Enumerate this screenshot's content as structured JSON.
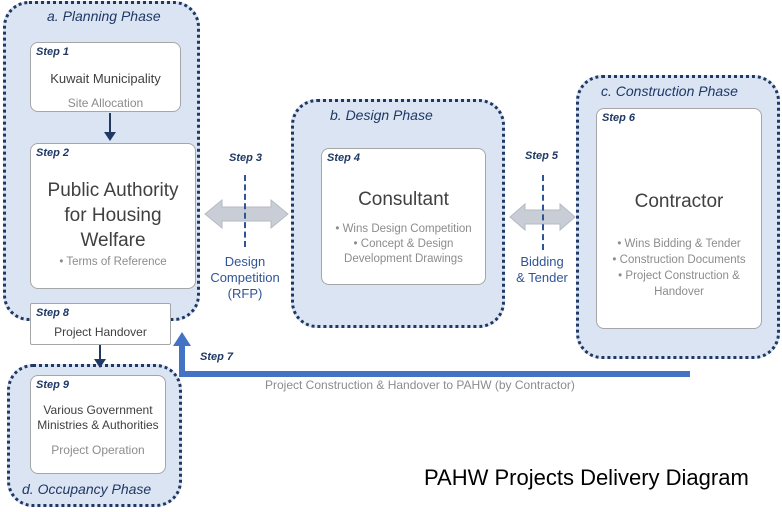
{
  "phases": {
    "planning": "a. Planning Phase",
    "design": "b. Design Phase",
    "construction": "c. Construction Phase",
    "occupancy": "d. Occupancy Phase"
  },
  "steps": {
    "s1": {
      "label": "Step 1",
      "main": "Kuwait Municipality",
      "sub": "Site Allocation"
    },
    "s2": {
      "label": "Step 2",
      "main_lines": [
        "Public Authority",
        "for Housing",
        "Welfare"
      ],
      "bullets": [
        "Terms of Reference"
      ]
    },
    "s3": {
      "label": "Step 3",
      "caption_lines": [
        "Design",
        "Competition",
        "(RFP)"
      ]
    },
    "s4": {
      "label": "Step 4",
      "main": "Consultant",
      "bullets": [
        "Wins Design Competition",
        "Concept & Design",
        "Development Drawings"
      ]
    },
    "s5": {
      "label": "Step 5",
      "caption_lines": [
        "Bidding",
        "& Tender"
      ]
    },
    "s6": {
      "label": "Step 6",
      "main": "Contractor",
      "bullets": [
        "Wins Bidding & Tender",
        "Construction Documents",
        "Project Construction &",
        "Handover"
      ]
    },
    "s7": {
      "label": "Step 7",
      "caption": "Project Construction & Handover to PAHW (by Contractor)"
    },
    "s8": {
      "label": "Step 8",
      "main": "Project Handover"
    },
    "s9": {
      "label": "Step 9",
      "main_lines": [
        "Various Government",
        "Ministries & Authorities"
      ],
      "sub": "Project Operation"
    }
  },
  "diagram_title": "PAHW Projects Delivery Diagram",
  "colors": {
    "phase_fill": "#dbe4f3",
    "phase_border": "#1f3864",
    "accent": "#2f5597",
    "arrow_gray": "#c9ced6"
  }
}
